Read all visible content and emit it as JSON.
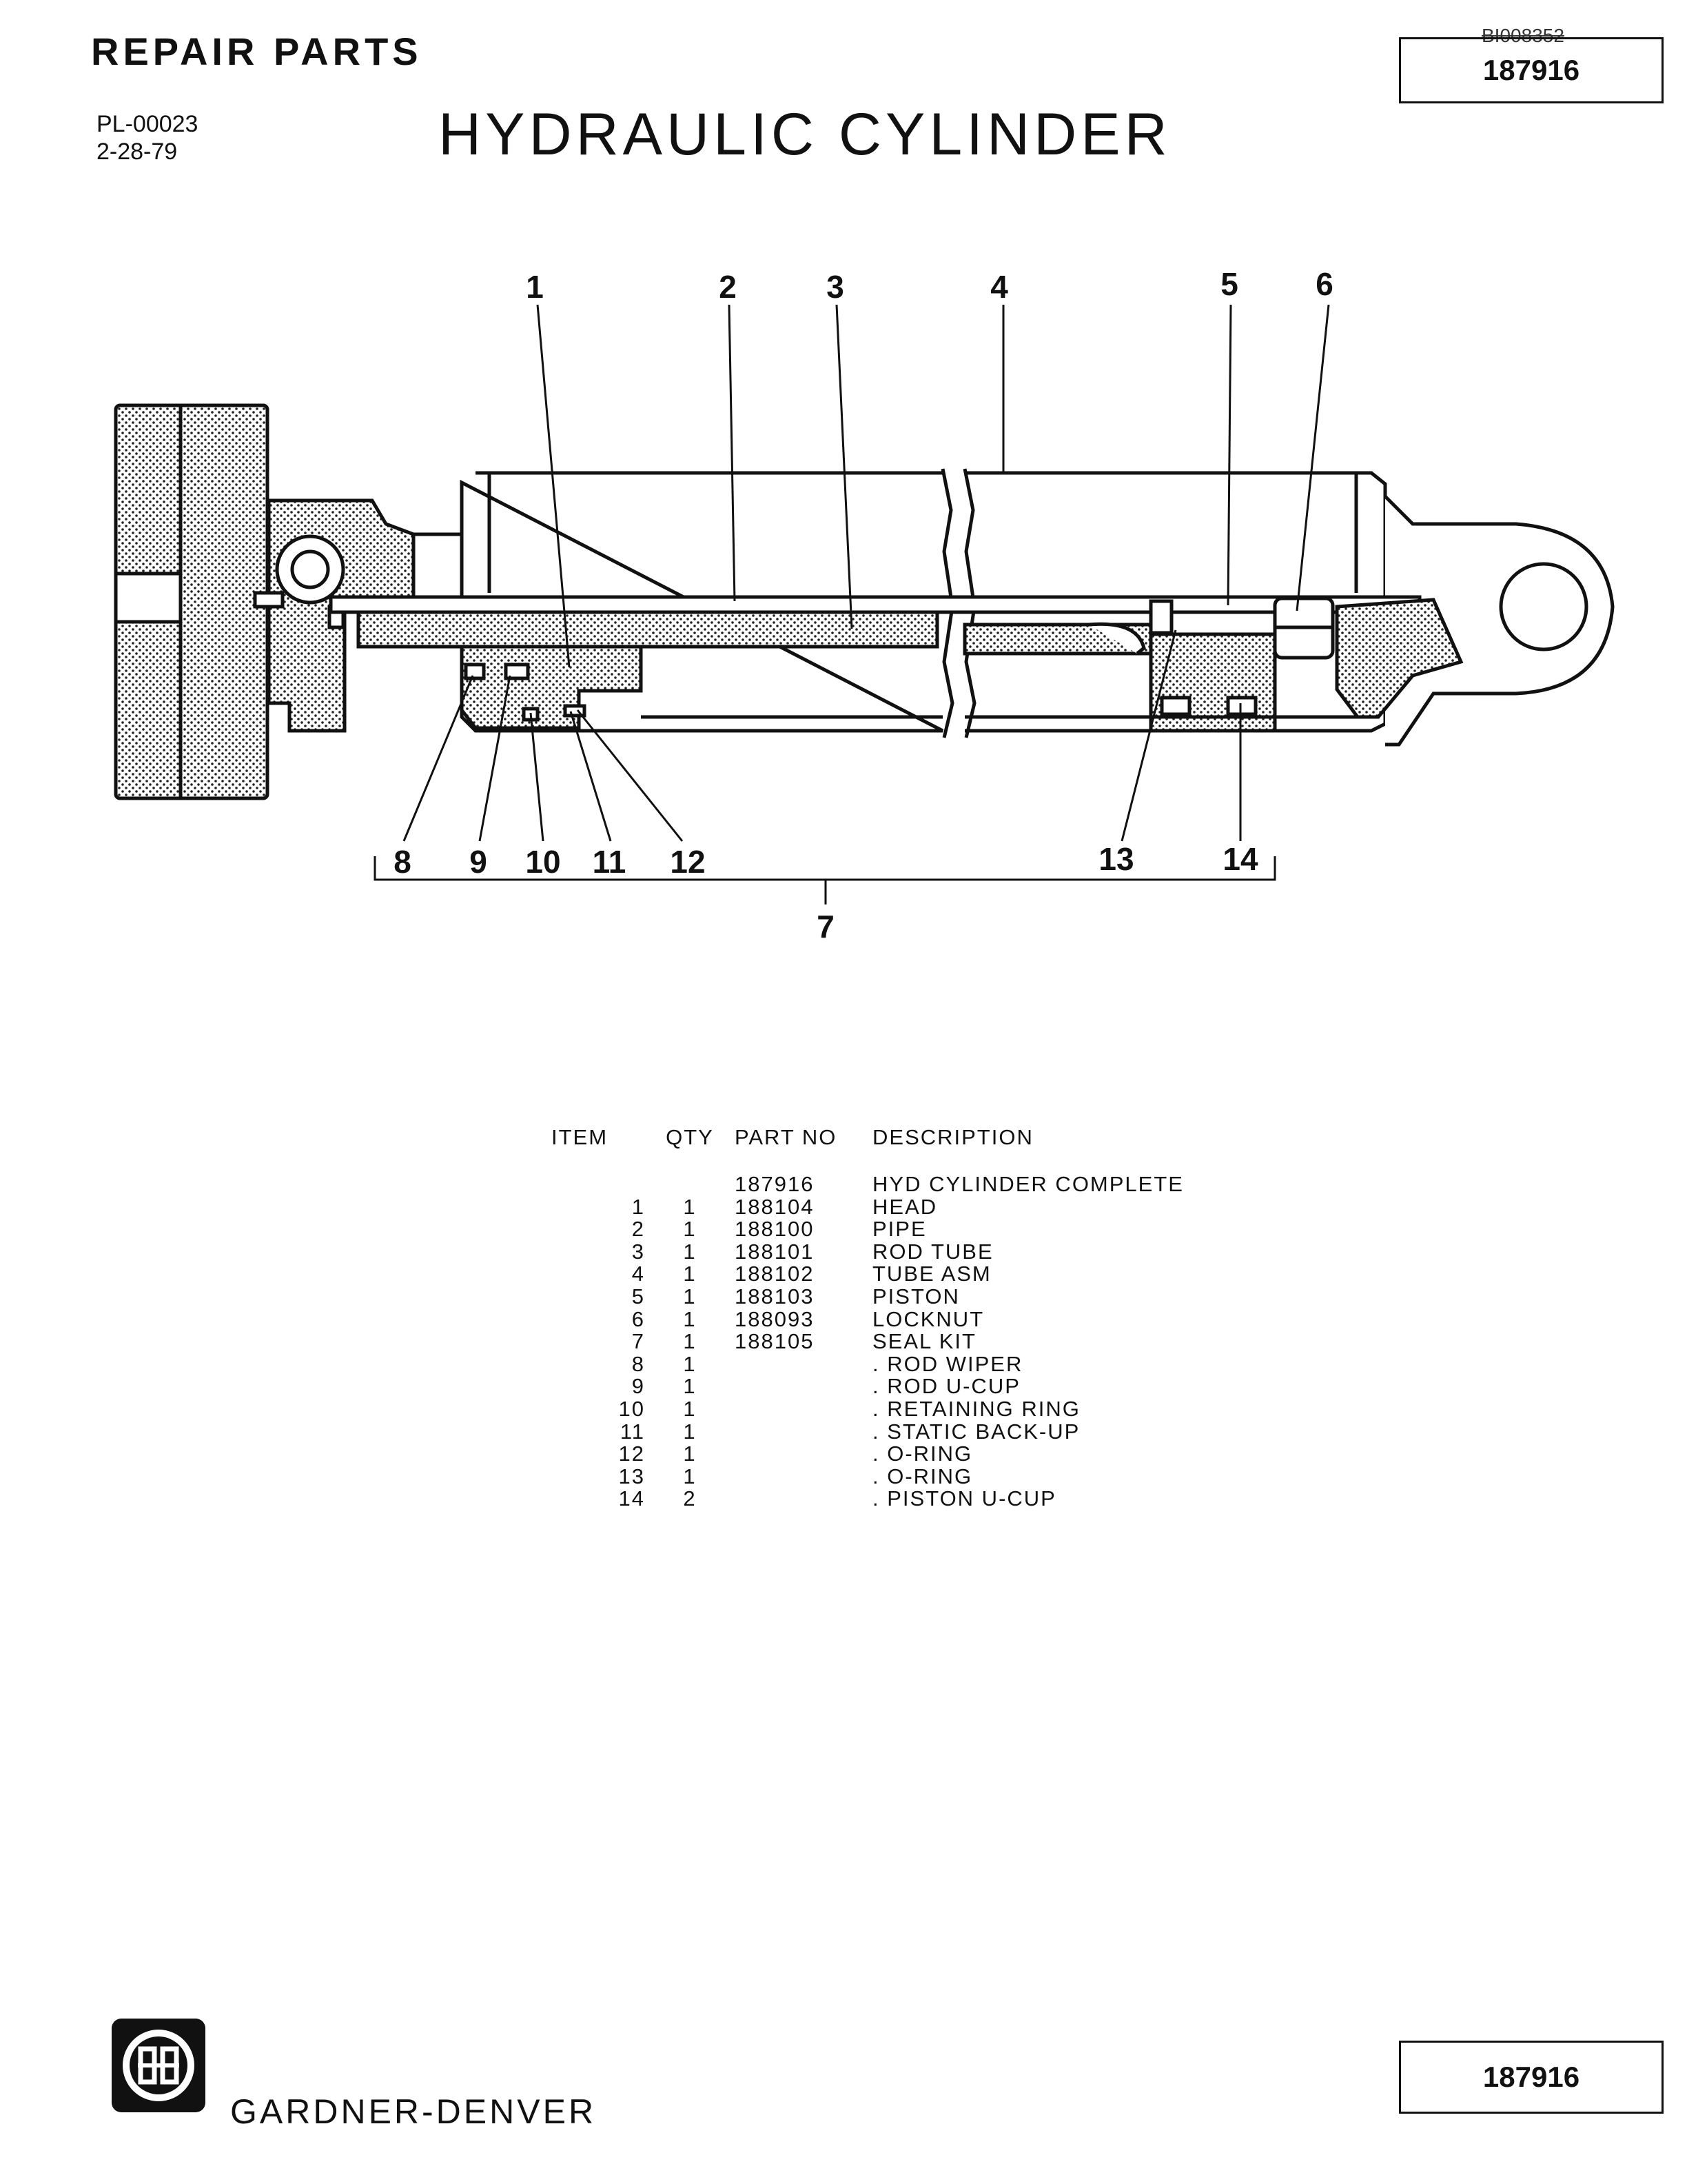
{
  "header": {
    "section": "REPAIR PARTS",
    "plate_no": "PL-00023",
    "date": "2-28-79",
    "title": "HYDRAULIC CYLINDER",
    "doc_id": "BI008352",
    "part_number": "187916"
  },
  "diagram": {
    "callouts_top": [
      "1",
      "2",
      "3",
      "4",
      "5",
      "6"
    ],
    "callouts_bottom": [
      "8",
      "9",
      "10",
      "11",
      "12",
      "13",
      "14"
    ],
    "kit_callout": "7"
  },
  "parts_list": {
    "columns": [
      "ITEM",
      "QTY",
      "PART NO",
      "DESCRIPTION"
    ],
    "rows": [
      [
        "",
        "",
        "187916",
        "HYD CYLINDER COMPLETE"
      ],
      [
        "1",
        "1",
        "188104",
        "HEAD"
      ],
      [
        "2",
        "1",
        "188100",
        "PIPE"
      ],
      [
        "3",
        "1",
        "188101",
        "ROD TUBE"
      ],
      [
        "4",
        "1",
        "188102",
        "TUBE ASM"
      ],
      [
        "5",
        "1",
        "188103",
        "PISTON"
      ],
      [
        "6",
        "1",
        "188093",
        "LOCKNUT"
      ],
      [
        "7",
        "1",
        "188105",
        "SEAL KIT"
      ],
      [
        "8",
        "1",
        "",
        ". ROD WIPER"
      ],
      [
        "9",
        "1",
        "",
        ". ROD U-CUP"
      ],
      [
        "10",
        "1",
        "",
        ". RETAINING RING"
      ],
      [
        "11",
        "1",
        "",
        ". STATIC BACK-UP"
      ],
      [
        "12",
        "1",
        "",
        ". O-RING"
      ],
      [
        "13",
        "1",
        "",
        ". O-RING"
      ],
      [
        "14",
        "2",
        "",
        ". PISTON U-CUP"
      ]
    ]
  },
  "footer": {
    "company": "GARDNER-DENVER",
    "part_number": "187916"
  }
}
